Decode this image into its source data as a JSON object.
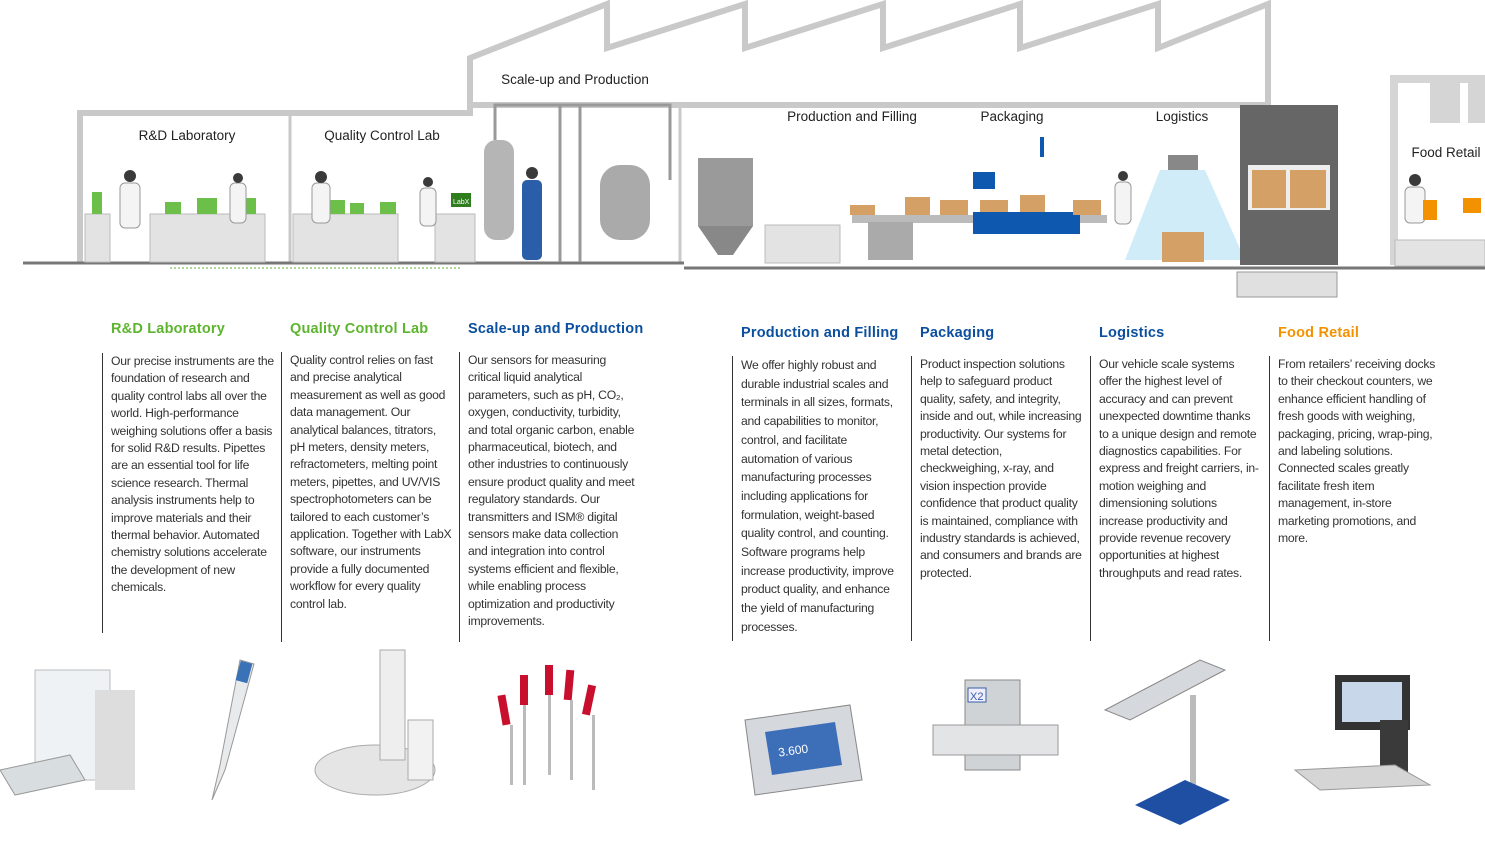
{
  "colors": {
    "green": "#5db52f",
    "blue": "#0b4f9e",
    "orange": "#f39200",
    "building": "#c9c9c9"
  },
  "scene_labels": [
    "R&D Laboratory",
    "Quality Control Lab",
    "Scale-up and Production",
    "Production and Filling",
    "Packaging",
    "Logistics",
    "Food Retail"
  ],
  "sections": [
    {
      "title": "R&D Laboratory",
      "color": "green",
      "text": "Our precise instruments are the foundation of research and quality control labs all over the world. High-performance weighing solutions offer a basis for solid R&D results. Pipettes are an essential tool for life science research. Thermal analysis instruments help to improve materials and their thermal behavior. Automated chemistry solutions accelerate the development of new chemicals."
    },
    {
      "title": "Quality Control Lab",
      "color": "green",
      "text": "Quality control relies on fast and precise analytical measurement as well as good data management. Our analytical balances, titrators, pH meters, density meters, refractometers, melting point meters, pipettes, and UV/VIS spectrophotometers can be tailored to each customer’s application. Together with LabX software, our instruments provide a fully documented workflow for every quality control lab."
    },
    {
      "title": "Scale-up and Production",
      "color": "blue",
      "text": "Our sensors for measuring critical liquid analytical parameters, such as pH, CO₂, oxygen, conductivity, turbidity, and total organic carbon, enable pharmaceutical, biotech, and other industries to continuously ensure product quality and meet regulatory standards. Our transmitters and ISM® digital sensors make data collection and integration into control systems efficient and flexible, while enabling process optimization and productivity improvements."
    },
    {
      "title": "Production and Filling",
      "color": "blue",
      "text": "We offer highly robust and durable industrial scales and terminals in all sizes, formats, and capabilities to monitor, control, and facilitate automation of various manufacturing processes including applications for formulation, weight-based quality control, and counting. Software programs help increase productivity, improve product quality, and enhance the yield of manufacturing processes."
    },
    {
      "title": "Packaging",
      "color": "blue",
      "text": "Product inspection solutions help to safeguard product quality, safety, and integrity, inside and out, while increasing productivity. Our systems for metal detection, checkweighing, x-ray, and vision inspection provide confidence that product quality is maintained, compliance with industry standards is achieved, and consumers and brands are protected."
    },
    {
      "title": "Logistics",
      "color": "blue",
      "text": "Our vehicle scale systems offer the highest level of accuracy and can prevent unexpected downtime thanks to a unique design and remote diagnostics capabilities. For express and freight carriers, in-motion weighing and dimensioning solutions increase productivity and provide revenue recovery opportunities at highest throughputs and read rates."
    },
    {
      "title": "Food Retail",
      "color": "orange",
      "text": "From retailers’ receiving docks to their checkout counters, we enhance efficient handling of fresh goods with weighing, packaging, pricing, wrap-ping, and labeling solutions. Connected scales greatly facilitate fresh item management, in-store marketing promotions, and more."
    }
  ],
  "product_labels": {
    "terminal_display": "3.600",
    "xray_badge": "X2",
    "labx_sign": "LabX"
  }
}
